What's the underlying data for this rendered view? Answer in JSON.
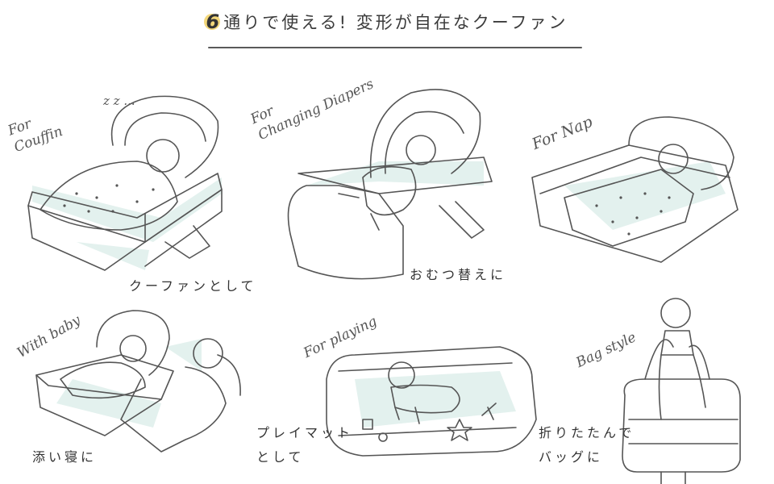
{
  "header": {
    "title_number": "6",
    "title_text": "通りで使える! 変形が自在なクーファン"
  },
  "panels": [
    {
      "label": "For\nCouffin",
      "caption": "クーファンとして"
    },
    {
      "label": "For\nChanging Diapers",
      "caption": "おむつ替えに"
    },
    {
      "label": "For Nap",
      "caption": ""
    },
    {
      "label": "With baby",
      "caption": "添い寝に"
    },
    {
      "label": "For playing",
      "caption": "プレイマット\nとして"
    },
    {
      "label": "Bag style",
      "caption": "折りたたんで\nバッグに"
    }
  ],
  "zzz": "z z ...",
  "colors": {
    "accent": "#f3d77a",
    "mint": "#e3f1ee",
    "ink": "#555555"
  }
}
